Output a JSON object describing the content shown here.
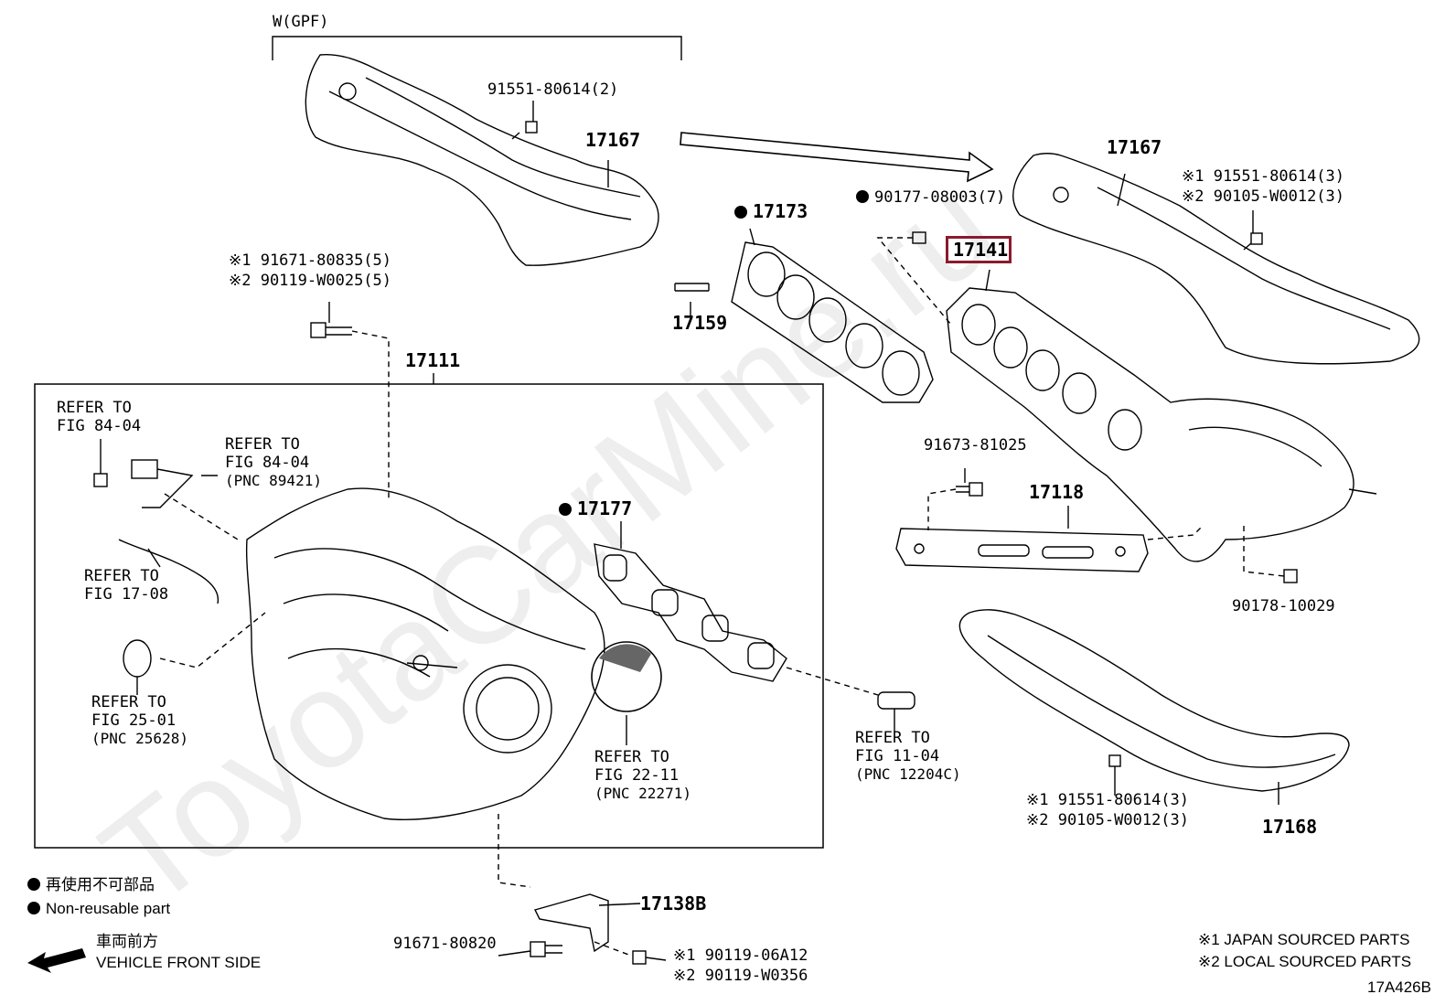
{
  "watermark": "ToyotaCarMine.ru",
  "group_label": "W(GPF)",
  "parts": {
    "p17167_top": "17167",
    "p17167_right": "17167",
    "p91551_top": "91551-80614(2)",
    "p17173": "17173",
    "p90177": "90177-08003(7)",
    "p17141": "17141",
    "p17159": "17159",
    "p17111": "17111",
    "p17177": "17177",
    "p91673": "91673-81025",
    "p17118": "17118",
    "p90178": "90178-10029",
    "p17168": "17168",
    "p17138b": "17138B",
    "p91671_bottom": "91671-80820"
  },
  "note_groups": {
    "bolt_left": [
      "※1 91671-80835(5)",
      "※2 90119-W0025(5)"
    ],
    "right_top": [
      "※1 91551-80614(3)",
      "※2 90105-W0012(3)"
    ],
    "right_bottom": [
      "※1 91551-80614(3)",
      "※2 90105-W0012(3)"
    ],
    "bottom_bolt": [
      "※1 90119-06A12",
      "※2 90119-W0356"
    ]
  },
  "refs": {
    "r1": [
      "REFER TO",
      "FIG 84-04"
    ],
    "r2": [
      "REFER TO",
      "FIG 84-04",
      "(PNC 89421)"
    ],
    "r3": [
      "REFER TO",
      "FIG 17-08"
    ],
    "r4": [
      "REFER TO",
      "FIG 25-01",
      "(PNC 25628)"
    ],
    "r5": [
      "REFER TO",
      "FIG 22-11",
      "(PNC 22271)"
    ],
    "r6": [
      "REFER TO",
      "FIG 11-04",
      "(PNC 12204C)"
    ]
  },
  "legend": {
    "nonreusable_jp": "再使用不可部品",
    "nonreusable_en": "Non-reusable part",
    "front_jp": "車両前方",
    "front_en": "VEHICLE FRONT SIDE"
  },
  "footer": {
    "japan": "※1 JAPAN SOURCED PARTS",
    "local": "※2 LOCAL SOURCED PARTS",
    "code": "17A426B"
  },
  "colors": {
    "highlight": "#8b1a2e",
    "line": "#000000",
    "watermark": "#eeeeee"
  }
}
